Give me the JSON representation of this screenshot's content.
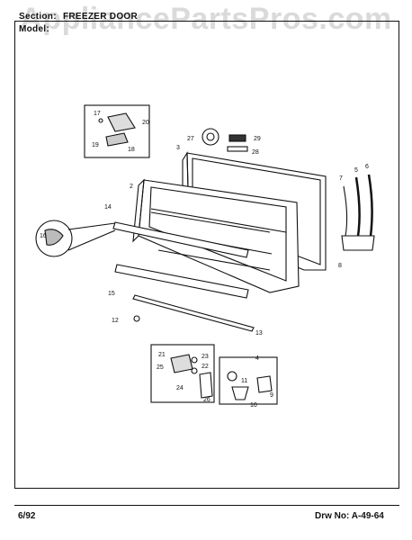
{
  "header": {
    "section_label": "Section:",
    "section_value": "FREEZER DOOR",
    "model_label": "Model:"
  },
  "watermark": "AppliancePartsPros.com",
  "footer": {
    "date": "6/92",
    "drawing_number": "Drw No: A-49-64"
  },
  "part_callouts": [
    "2",
    "3",
    "4",
    "5",
    "6",
    "7",
    "8",
    "9",
    "10",
    "11",
    "12",
    "13",
    "14",
    "15",
    "16",
    "17",
    "18",
    "19",
    "20",
    "21",
    "22",
    "23",
    "24",
    "25",
    "26",
    "27",
    "28",
    "29"
  ]
}
